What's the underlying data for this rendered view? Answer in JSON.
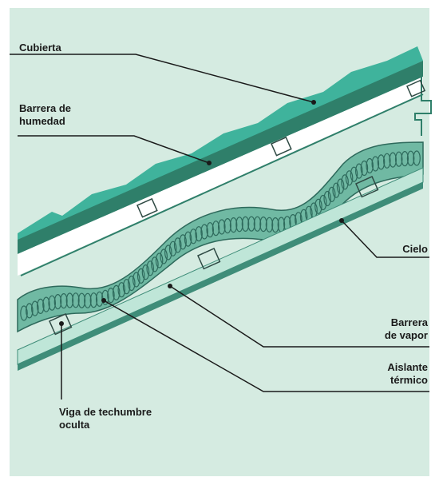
{
  "labels": {
    "cubierta": "Cubierta",
    "barrera_humedad_1": "Barrera de",
    "barrera_humedad_2": "humedad",
    "cielo": "Cielo",
    "barrera_vapor_1": "Barrera",
    "barrera_vapor_2": "de vapor",
    "aislante_1": "Aislante",
    "aislante_2": "térmico",
    "viga_1": "Viga de techumbre",
    "viga_2": "oculta"
  },
  "colors": {
    "background": "#d5ebe1",
    "roof_dark": "#2f7f6a",
    "roof_light": "#3fb39c",
    "insulation_fill": "#70b9a3",
    "insulation_coil": "#2e6a5c",
    "ceiling_light": "#bfe6d8",
    "ceiling_dark": "#3f8d79",
    "line": "#1a1a1a"
  }
}
